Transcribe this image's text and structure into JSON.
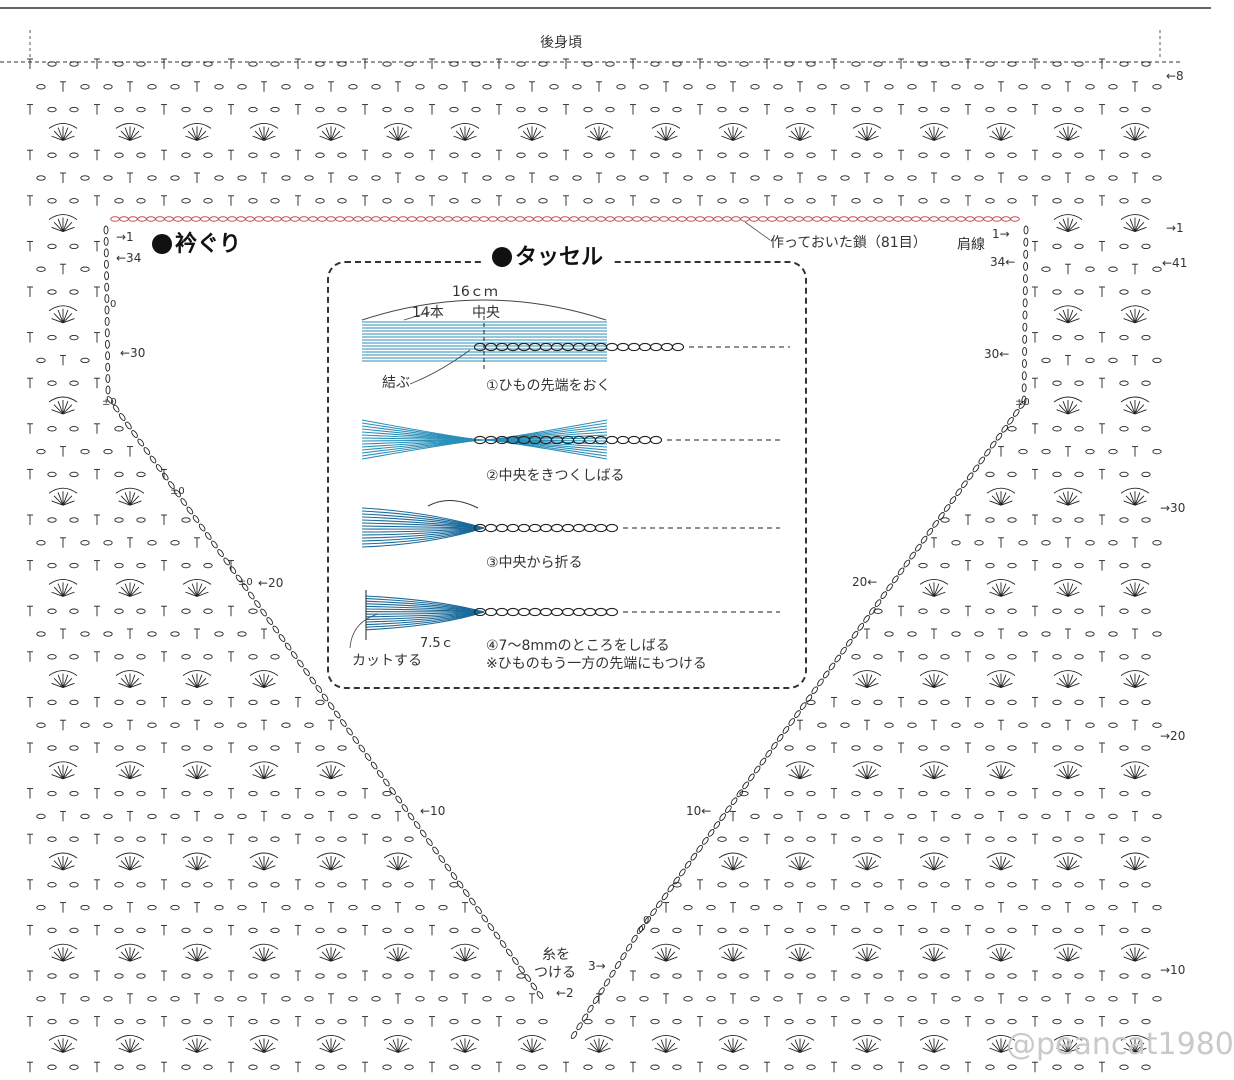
{
  "chart_title": "後身頃",
  "neckline_title": "衿ぐり",
  "tassel_title": "タッセル",
  "chain_note": "作っておいた鎖（81目）",
  "shoulder_label": "肩線",
  "attach_yarn": [
    "糸を",
    "つける"
  ],
  "row_labels": {
    "r8": "←8",
    "r1": "→1",
    "r41": "←41",
    "r30": "→30",
    "r20": "→20",
    "r10": "→10"
  },
  "neck_left": {
    "n1": "→1",
    "n34": "←34",
    "n30": "←30",
    "n20": "←20",
    "n10": "←10",
    "n2": "←2"
  },
  "neck_right": {
    "n1": "1→",
    "n34": "34←",
    "n30": "30←",
    "n20": "20←",
    "n10": "10←",
    "n3": "3→"
  },
  "stitch_marks": {
    "pm": "±0",
    "zero": "0"
  },
  "tassel": {
    "width": "16ｃｍ",
    "strands": "14本",
    "center": "中央",
    "tie": "結ぶ",
    "length": "7.5ｃ",
    "cut": "カットする",
    "steps": [
      "①ひもの先端をおく",
      "②中央をきつくしばる",
      "③中央から折る",
      "④7～8mmのところをしばる",
      "※ひものもう一方の先端にもつける"
    ]
  },
  "watermark": "@peancat1980",
  "colors": {
    "yarn": "#2a8fb8",
    "yarn_dark": "#1a6a9a",
    "chain_red": "#c0504d",
    "ink": "#222222"
  }
}
